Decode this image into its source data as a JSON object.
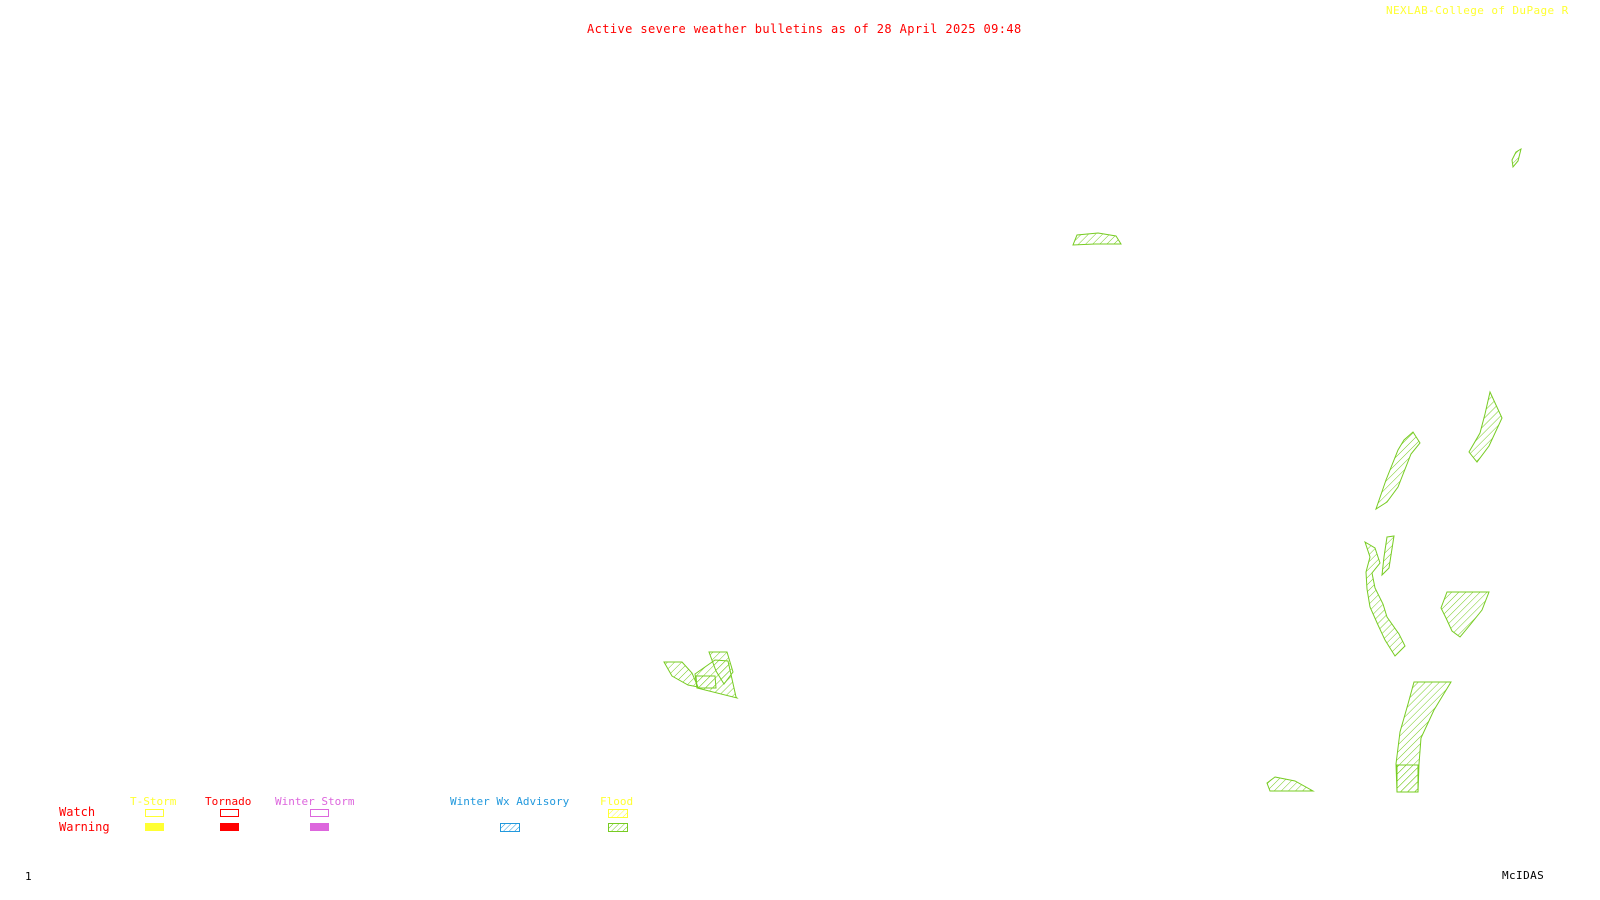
{
  "header": {
    "title": "Active severe weather bulletins as of 28 April 2025 09:48",
    "credit": "NEXLAB-College of DuPage R"
  },
  "footer": {
    "frame_number": "1",
    "software": "McIDAS"
  },
  "legend": {
    "rows": {
      "watch": "Watch",
      "warning": "Warning"
    },
    "categories": [
      {
        "id": "tstorm",
        "label": "T-Storm",
        "color": "#ffff33"
      },
      {
        "id": "tornado",
        "label": "Tornado",
        "color": "#ff0000"
      },
      {
        "id": "winter_storm",
        "label": "Winter Storm",
        "color": "#dd66dd"
      },
      {
        "id": "winter_wx_advisory",
        "label": "Winter Wx Advisory",
        "color": "#2299dd"
      },
      {
        "id": "flood",
        "label": "Flood",
        "color": "#ffff33",
        "warning_color": "#77cc22"
      }
    ]
  },
  "colors": {
    "background": "#ffffff",
    "flood_polygon": "#77cc22"
  },
  "bulletins": {
    "type": "Flood",
    "polygon_count": 14
  }
}
